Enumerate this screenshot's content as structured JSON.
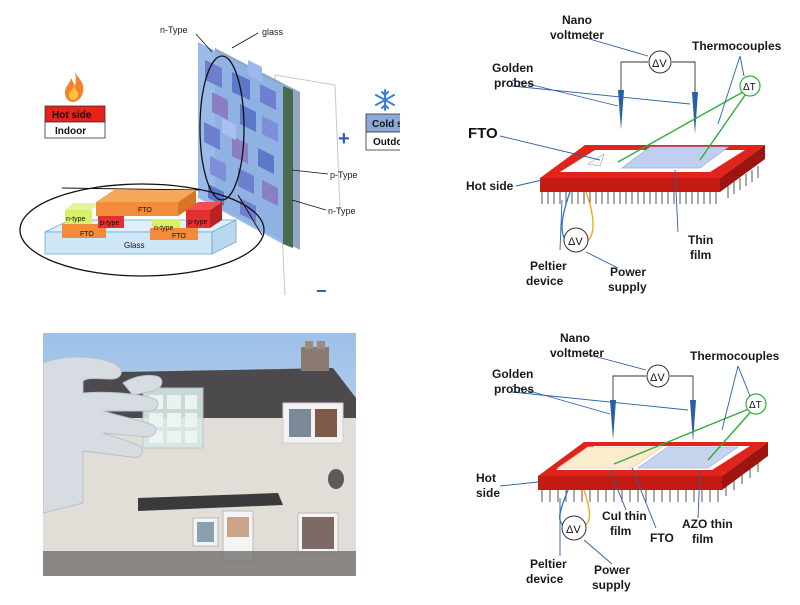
{
  "panel_a": {
    "labels": {
      "n_type_top": "n-Type",
      "glass_top": "glass",
      "p_type": "p-Type",
      "n_type_bottom": "n-Type",
      "plus": "+",
      "minus": "−"
    },
    "hot_side": {
      "title": "Hot side",
      "sub": "Indoor"
    },
    "cold_side": {
      "title": "Cold side",
      "sub": "Outdoor"
    },
    "inset": {
      "n_type_left": "n-type",
      "fto_left": "FTO",
      "p_type_left": "p-type",
      "fto_top": "FTO",
      "n_type_mid": "n-type",
      "fto_right": "FTO",
      "p_type_right": "p-type",
      "glass": "Glass"
    },
    "colors": {
      "hot": "#e8221b",
      "cold": "#8ea9d8",
      "fto": "#f28c3a",
      "ntype": "#d8ef6a",
      "ptype": "#e03030",
      "glass": "#cfe6f7"
    }
  },
  "panel_b": {
    "nano_voltmeter": "Nano\nvoltmeter",
    "thermocouples": "Thermocouples",
    "golden_probes": "Golden\nprobes",
    "delta_v_top": "ΔV",
    "delta_t": "ΔT",
    "fto": "FTO",
    "hot_side": "Hot side",
    "delta_v_bottom": "ΔV",
    "thin_film": "Thin\nfilm",
    "peltier": "Peltier\ndevice",
    "power_supply": "Power\nsupply"
  },
  "panel_d": {
    "nano_voltmeter": "Nano\nvoltmeter",
    "thermocouples": "Thermocouples",
    "golden_probes": "Golden\nprobes",
    "delta_v_top": "ΔV",
    "delta_t": "ΔT",
    "hot_side": "Hot\nside",
    "delta_v_bottom": "ΔV",
    "cui_film": "CuI thin\nfilm",
    "fto": "FTO",
    "azo_film": "AZO thin\nfilm",
    "peltier": "Peltier\ndevice",
    "power_supply": "Power\nsupply"
  }
}
